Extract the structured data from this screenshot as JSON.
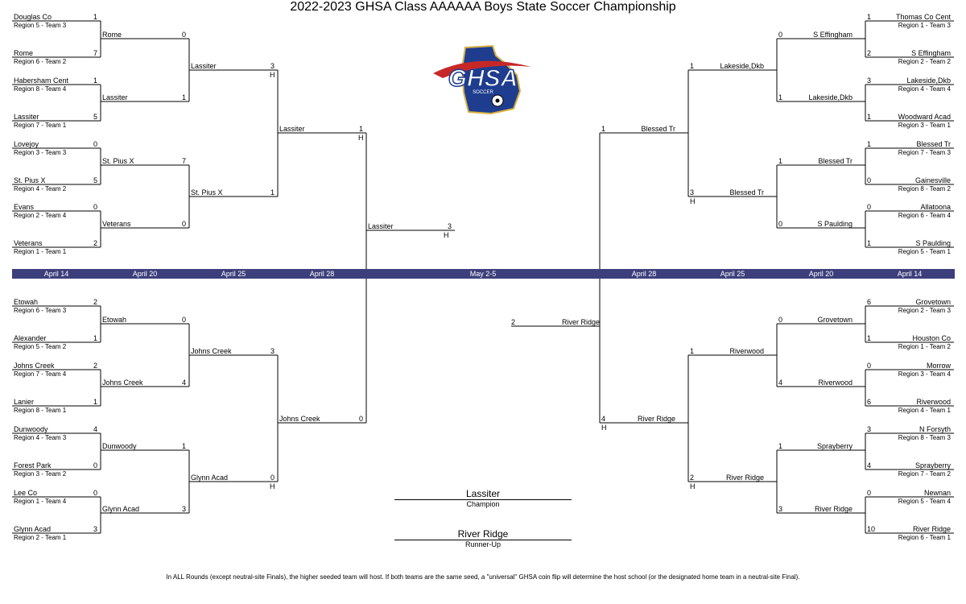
{
  "title": "2022-2023 GHSA Class AAAAAA Boys State Soccer Championship",
  "logo": {
    "text": "GHSA",
    "subtext": "SOCCER"
  },
  "colors": {
    "band": "#3c3f7b",
    "logo_blue": "#1f3d8f",
    "logo_red": "#c62828",
    "logo_gold": "#d8b243"
  },
  "dates_left": [
    "April 14",
    "April 20",
    "April 25",
    "April 28"
  ],
  "date_center": "May 2-5",
  "dates_right": [
    "April 28",
    "April 25",
    "April 20",
    "April 14"
  ],
  "r1_left": [
    {
      "team": "Douglas Co",
      "seed": "Region 5 - Team 3",
      "score": "1"
    },
    {
      "team": "Rome",
      "seed": "Region 6 - Team 2",
      "score": "7"
    },
    {
      "team": "Habersham Cent",
      "seed": "Region 8 - Team 4",
      "score": "1"
    },
    {
      "team": "Lassiter",
      "seed": "Region 7 - Team 1",
      "score": "5"
    },
    {
      "team": "Lovejoy",
      "seed": "Region 3 - Team 3",
      "score": "0"
    },
    {
      "team": "St. Pius X",
      "seed": "Region 4 - Team 2",
      "score": "5"
    },
    {
      "team": "Evans",
      "seed": "Region 2 - Team 4",
      "score": "0"
    },
    {
      "team": "Veterans",
      "seed": "Region 1 - Team 1",
      "score": "2"
    },
    {
      "team": "Etowah",
      "seed": "Region 6 - Team 3",
      "score": "2"
    },
    {
      "team": "Alexander",
      "seed": "Region 5 - Team 2",
      "score": "1"
    },
    {
      "team": "Johns Creek",
      "seed": "Region 7 - Team 4",
      "score": "2"
    },
    {
      "team": "Lanier",
      "seed": "Region 8 - Team 1",
      "score": "1"
    },
    {
      "team": "Dunwoody",
      "seed": "Region 4 - Team 3",
      "score": "4"
    },
    {
      "team": "Forest Park",
      "seed": "Region 3 - Team 2",
      "score": "0"
    },
    {
      "team": "Lee Co",
      "seed": "Region 1 - Team 4",
      "score": "0"
    },
    {
      "team": "Glynn Acad",
      "seed": "Region 2 - Team 1",
      "score": "3"
    }
  ],
  "r2_left": [
    {
      "team": "Rome",
      "score": "0",
      "host": ""
    },
    {
      "team": "Lassiter",
      "score": "1",
      "host": ""
    },
    {
      "team": "St. Pius X",
      "score": "7",
      "host": ""
    },
    {
      "team": "Veterans",
      "score": "0",
      "host": ""
    },
    {
      "team": "Etowah",
      "score": "0",
      "host": ""
    },
    {
      "team": "Johns Creek",
      "score": "4",
      "host": ""
    },
    {
      "team": "Dunwoody",
      "score": "1",
      "host": ""
    },
    {
      "team": "Glynn Acad",
      "score": "3",
      "host": ""
    }
  ],
  "r3_left": [
    {
      "team": "Lassiter",
      "score": "3",
      "host": "H"
    },
    {
      "team": "St. Pius X",
      "score": "1",
      "host": ""
    },
    {
      "team": "Johns Creek",
      "score": "3",
      "host": ""
    },
    {
      "team": "Glynn Acad",
      "score": "0",
      "host": "H"
    }
  ],
  "r4_left": [
    {
      "team": "Lassiter",
      "score": "1",
      "host": "H"
    },
    {
      "team": "Johns Creek",
      "score": "0",
      "host": ""
    }
  ],
  "final_left": {
    "team": "Lassiter",
    "score": "3",
    "host": "H"
  },
  "r1_right": [
    {
      "team": "Thomas Co Cent",
      "seed": "Region 1 - Team 3",
      "score": "1"
    },
    {
      "team": "S Effingham",
      "seed": "Region 2 - Team 2",
      "score": "2"
    },
    {
      "team": "Lakeside,Dkb",
      "seed": "Region 4 - Team 4",
      "score": "3"
    },
    {
      "team": "Woodward Acad",
      "seed": "Region 3 - Team 1",
      "score": "1"
    },
    {
      "team": "Blessed Tr",
      "seed": "Region 7 - Team 3",
      "score": "1"
    },
    {
      "team": "Gainesville",
      "seed": "Region 8 - Team 2",
      "score": "0"
    },
    {
      "team": "Allatoona",
      "seed": "Region 6 - Team 4",
      "score": "0"
    },
    {
      "team": "S Paulding",
      "seed": "Region 5 - Team 1",
      "score": "1"
    },
    {
      "team": "Grovetown",
      "seed": "Region 2 - Team 3",
      "score": "6"
    },
    {
      "team": "Houston Co",
      "seed": "Region 1 - Team 2",
      "score": "1"
    },
    {
      "team": "Morrow",
      "seed": "Region 3 - Team 4",
      "score": "0"
    },
    {
      "team": "Riverwood",
      "seed": "Region 4 - Team 1",
      "score": "6"
    },
    {
      "team": "N Forsyth",
      "seed": "Region 8 - Team 3",
      "score": "3"
    },
    {
      "team": "Sprayberry",
      "seed": "Region 7 - Team 2",
      "score": "4"
    },
    {
      "team": "Newnan",
      "seed": "Region 5 - Team 4",
      "score": "0"
    },
    {
      "team": "River Ridge",
      "seed": "Region 6 - Team 1",
      "score": "10"
    }
  ],
  "r2_right": [
    {
      "team": "S Effingham",
      "score": "0",
      "host": ""
    },
    {
      "team": "Lakeside,Dkb",
      "score": "1",
      "host": ""
    },
    {
      "team": "Blessed Tr",
      "score": "1",
      "host": ""
    },
    {
      "team": "S Paulding",
      "score": "0",
      "host": ""
    },
    {
      "team": "Grovetown",
      "score": "0",
      "host": ""
    },
    {
      "team": "Riverwood",
      "score": "4",
      "host": ""
    },
    {
      "team": "Sprayberry",
      "score": "1",
      "host": ""
    },
    {
      "team": "River Ridge",
      "score": "3",
      "host": ""
    }
  ],
  "r3_right": [
    {
      "team": "Lakeside,Dkb",
      "score": "1",
      "host": ""
    },
    {
      "team": "Blessed Tr",
      "score": "3",
      "host": "H"
    },
    {
      "team": "Riverwood",
      "score": "1",
      "host": ""
    },
    {
      "team": "River Ridge",
      "score": "2",
      "host": "H"
    }
  ],
  "r4_right": [
    {
      "team": "Blessed Tr",
      "score": "1",
      "host": ""
    },
    {
      "team": "River Ridge",
      "score": "4",
      "host": "H"
    }
  ],
  "final_right": {
    "team": "River Ridge",
    "score": "2",
    "host": ""
  },
  "champion": {
    "name": "Lassiter",
    "label": "Champion"
  },
  "runner_up": {
    "name": "River Ridge",
    "label": "Runner-Up"
  },
  "footnote": "In ALL Rounds (except neutral-site Finals), the higher seeded team will host. If both teams are the same seed, a \"universal\" GHSA coin flip will determine the host school (or the designated home team in a neutral-site Final)."
}
